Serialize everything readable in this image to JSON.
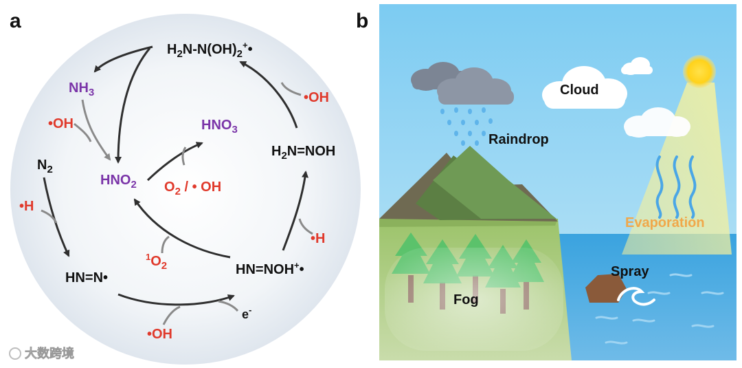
{
  "panel_a": {
    "label": "a",
    "species": {
      "nh3": {
        "base": "NH",
        "sub": "3"
      },
      "hno2": {
        "base": "HNO",
        "sub": "2"
      },
      "hno3": {
        "base": "HNO",
        "sub": "3"
      },
      "n2": {
        "base": "N",
        "sub": "2"
      },
      "hnn": "HN=N•",
      "hnnoh": {
        "base": "HN=NOH",
        "sup": "+",
        "tail": "•"
      },
      "h2nnoh": {
        "base": "H",
        "sub": "2",
        "rest": "N=NOH"
      },
      "h2n_n_oh2": {
        "a": "H",
        "sub1": "2",
        "b": "N-N(OH)",
        "sub2": "2",
        "sup": "+",
        "tail": "•"
      }
    },
    "reagents": {
      "oh_top_right": "•OH",
      "oh_left": "•OH",
      "h_left": "•H",
      "h_right": "•H",
      "oh_bottom": "•OH",
      "singlet_o2": {
        "sup": "1",
        "base": "O",
        "sub": "2"
      },
      "o2_oh": {
        "base": "O",
        "sub": "2",
        "rest": " / • OH"
      },
      "electron": {
        "base": "e",
        "sup": "-"
      }
    }
  },
  "panel_b": {
    "label": "b",
    "labels": {
      "raindrop": "Raindrop",
      "cloud": "Cloud",
      "evaporation": "Evaporation",
      "spray": "Spray",
      "fog": "Fog"
    }
  },
  "watermark": "大数跨境",
  "colors": {
    "product_purple": "#7a34a8",
    "reagent_red": "#e0392b",
    "arrow_gray": "#8a8a8a",
    "arrow_dark": "#2f2f2f",
    "sky": "#8fd0f0",
    "sea": "#3ea6e0"
  }
}
